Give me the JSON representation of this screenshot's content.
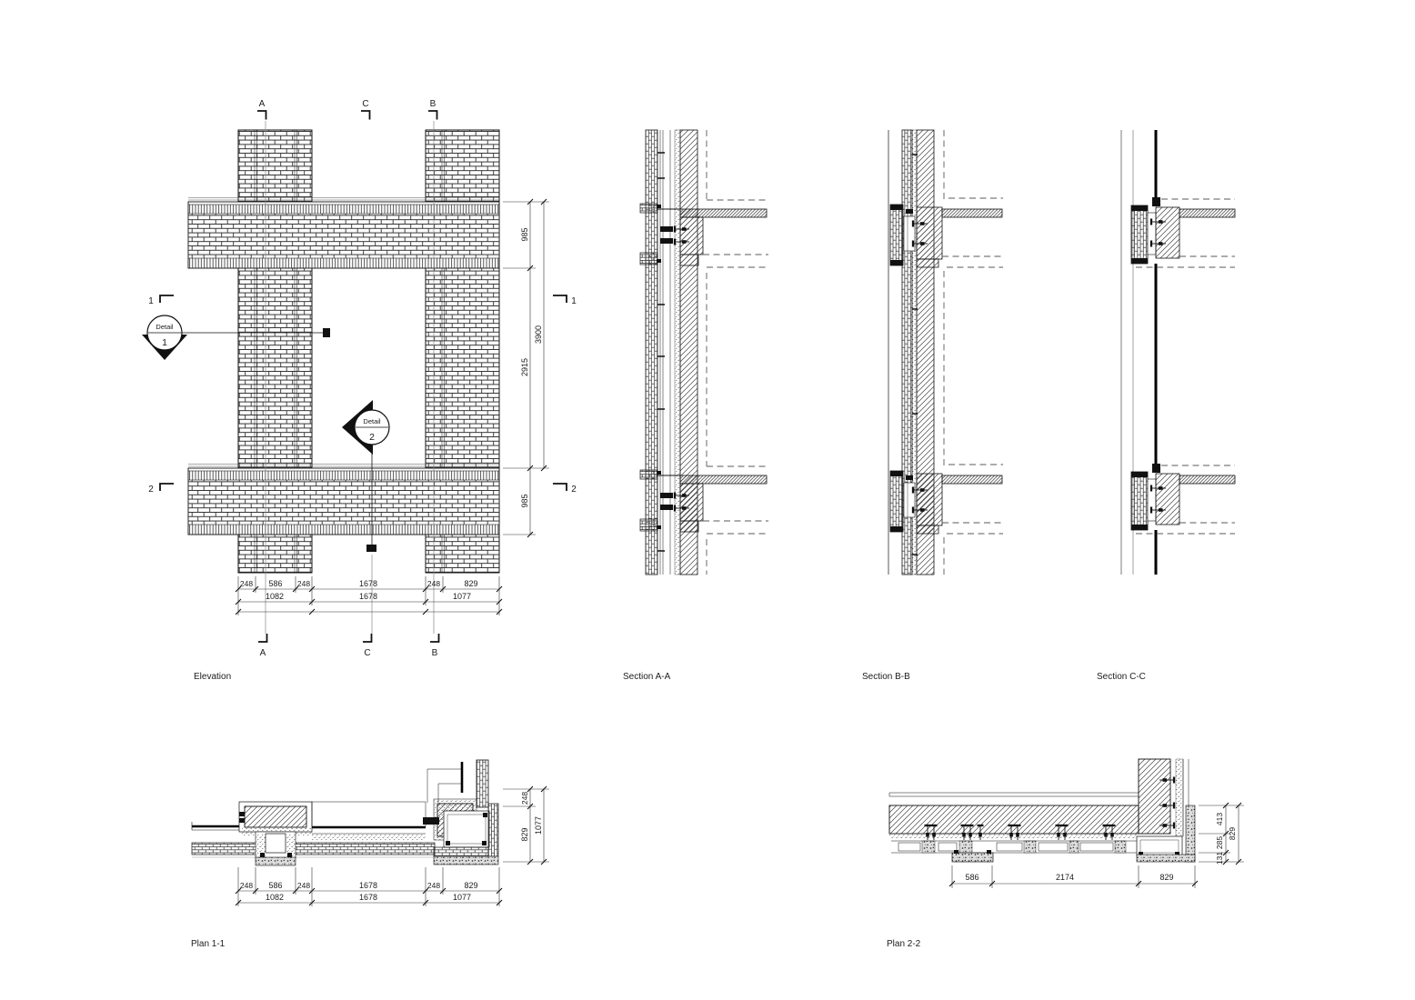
{
  "drawing": {
    "view_labels": {
      "elevation": "Elevation",
      "section_a": "Section A-A",
      "section_b": "Section B-B",
      "section_c": "Section C-C",
      "plan_1": "Plan 1-1",
      "plan_2": "Plan 2-2"
    },
    "elevation": {
      "section_marks_top": [
        "A",
        "C",
        "B"
      ],
      "section_marks_bottom": [
        "A",
        "C",
        "B"
      ],
      "level_marks_left": [
        "1",
        "2"
      ],
      "level_marks_right": [
        "1",
        "2"
      ],
      "detail_1": {
        "label": "Detail",
        "number": "1"
      },
      "detail_2": {
        "label": "Detail",
        "number": "2"
      },
      "dims_row1": [
        "248",
        "586",
        "248",
        "1678",
        "248",
        "829"
      ],
      "dims_row2": [
        "1082",
        "1678",
        "1077"
      ],
      "dims_right": [
        "985",
        "2915",
        "985"
      ],
      "dims_right_overall": "3900"
    },
    "plan1": {
      "dims_row1": [
        "248",
        "586",
        "248",
        "1678",
        "248",
        "829"
      ],
      "dims_row2": [
        "1082",
        "1678",
        "1077"
      ],
      "dims_right": [
        "248",
        "829"
      ],
      "dims_right_overall": "1077"
    },
    "plan2": {
      "dims_bottom": [
        "586",
        "2174",
        "829"
      ],
      "dims_right": [
        "413",
        "285",
        "131"
      ],
      "dims_right_overall": "829"
    }
  }
}
